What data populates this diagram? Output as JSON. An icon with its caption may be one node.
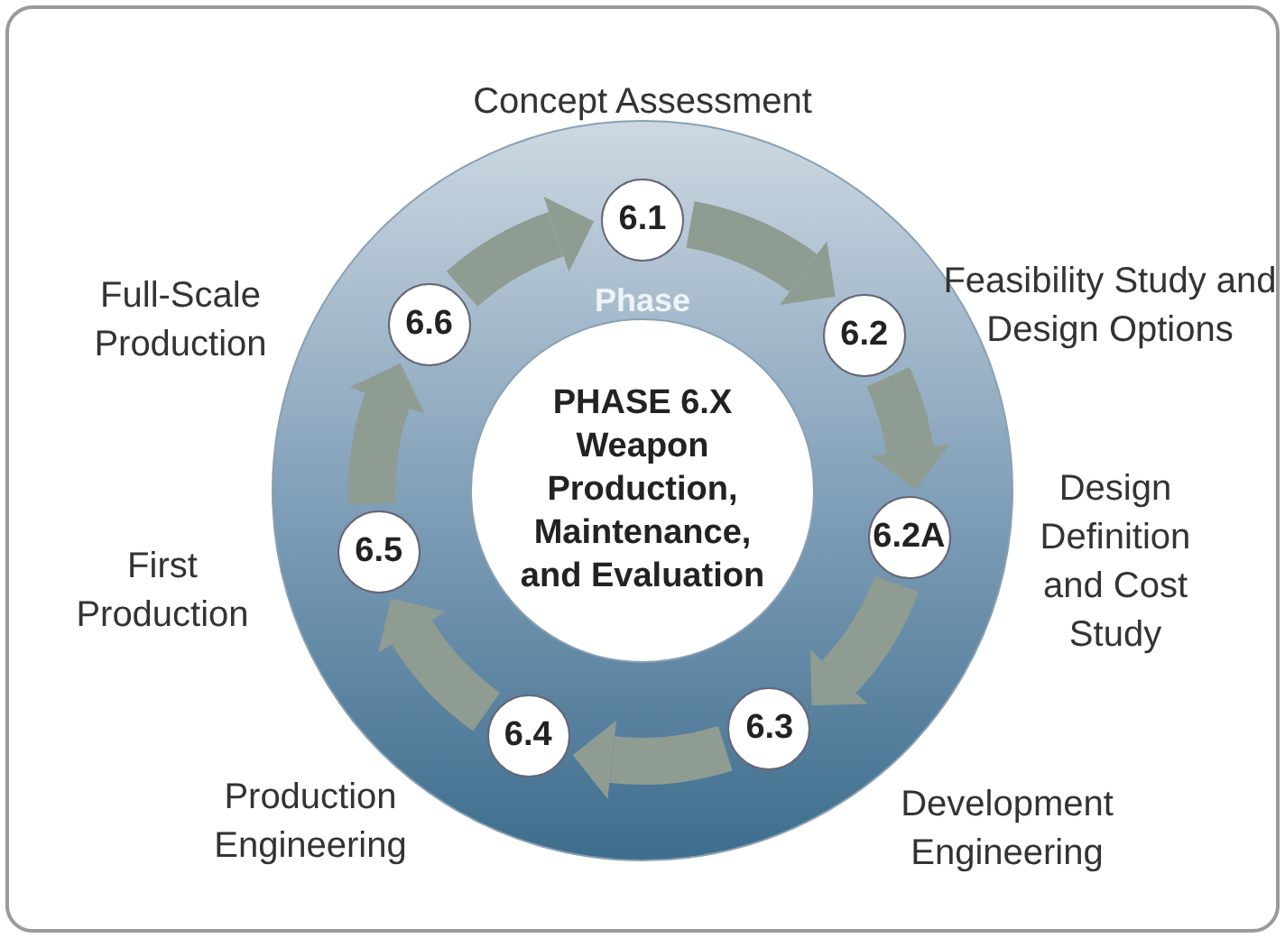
{
  "diagram": {
    "nodes": [
      {
        "text": [
          "6.1"
        ],
        "beside": [
          "Concept Assessment"
        ]
      },
      {
        "text": [
          "6.2"
        ],
        "beside": [
          "Feasibility Study and Design Options"
        ]
      },
      {
        "text": [
          "6.2A"
        ],
        "beside": [
          "Design Definition and Cost Study"
        ]
      },
      {
        "text": [
          "6.3"
        ],
        "beside": [
          "Development Engineering"
        ]
      },
      {
        "text": [
          "6.4"
        ],
        "beside": [
          "Production Engineering"
        ]
      },
      {
        "text": [
          "6.5"
        ],
        "beside": [
          "First Production"
        ]
      },
      {
        "text": [
          "6.6"
        ],
        "beside": [
          "Full-Scale Production"
        ]
      },
      {
        "text": [
          "PHASE 6.X Weapon Production, Maintenance, and Evaluation"
        ]
      }
    ],
    "edges": [
      {
        "from": 0,
        "to": 1,
        "arrow": "to"
      },
      {
        "from": 1,
        "to": 2,
        "arrow": "to"
      },
      {
        "from": 2,
        "to": 3,
        "arrow": "to"
      },
      {
        "from": 3,
        "to": 4,
        "arrow": "to"
      },
      {
        "from": 4,
        "to": 5,
        "arrow": "to"
      },
      {
        "from": 5,
        "to": 6,
        "arrow": "to"
      },
      {
        "from": 6,
        "to": 0,
        "arrow": "to"
      }
    ],
    "labels": [
      "Phase"
    ]
  }
}
